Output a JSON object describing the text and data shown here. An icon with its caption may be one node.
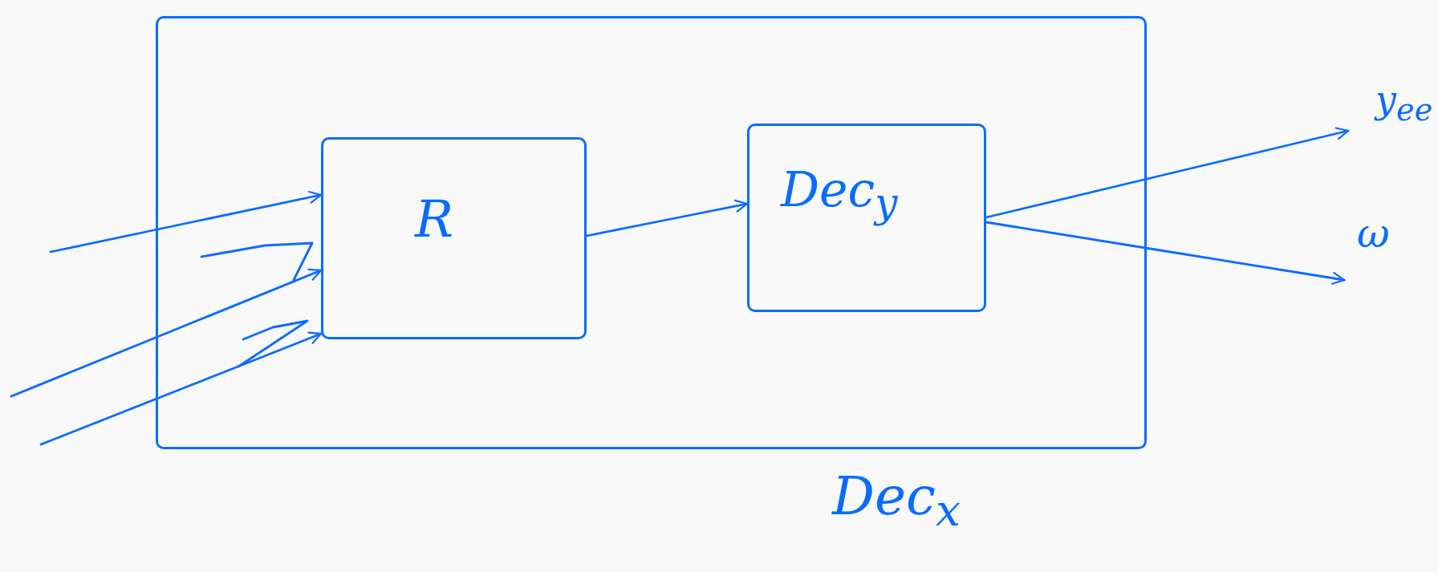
{
  "diagram": {
    "nodes": [
      {
        "text": [
          "Dec$_{x}$"
        ]
      },
      {
        "text": [
          "R"
        ],
        "in": 0
      },
      {
        "text": [
          "Dec$_{y}$"
        ],
        "in": 0
      },
      {
        "text": [
          "y$_{ee}$"
        ]
      },
      {
        "text": [
          "ω"
        ]
      }
    ],
    "edges": [
      {
        "from": null,
        "to": 1,
        "arrow": "to"
      },
      {
        "from": null,
        "to": 1,
        "arrow": "to"
      },
      {
        "from": null,
        "to": 1,
        "arrow": "to"
      },
      {
        "from": 1,
        "to": 2,
        "arrow": "to"
      },
      {
        "from": 2,
        "to": 3,
        "arrow": "to"
      },
      {
        "from": 2,
        "to": 4,
        "arrow": "to"
      }
    ]
  }
}
